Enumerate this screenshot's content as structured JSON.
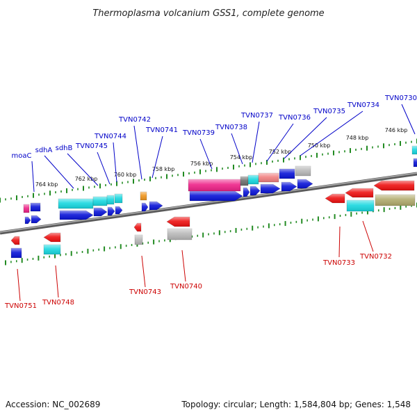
{
  "title": "Thermoplasma volcanium GSS1, complete genome",
  "accession": "Accession: NC_002689",
  "summary": "Topology: circular; Length: 1,584,804 bp; Genes: 1,548",
  "colors": {
    "label_forward": "#0000c8",
    "label_reverse": "#cc0000",
    "backbone": "#7a7a7a",
    "ticks": "#228b22",
    "blue": "#0a14d8",
    "red": "#ee1111",
    "cyan": "#18d8e0",
    "pink": "#ee2288",
    "salmon": "#f08080",
    "grey": "#b8b8b8",
    "dark_grey": "#6e6e6e",
    "orange": "#f0961e",
    "olive": "#b0aa6c"
  },
  "scale": {
    "kbp_labels": [
      "746 kbp",
      "748 kbp",
      "750 kbp",
      "752 kbp",
      "754 kbp",
      "756 kbp",
      "758 kbp",
      "760 kbp",
      "762 kbp",
      "764 kbp"
    ]
  },
  "genes_forward": [
    {
      "name": "moaC"
    },
    {
      "name": "sdhA"
    },
    {
      "name": "sdhB"
    },
    {
      "name": "TVN0745"
    },
    {
      "name": "TVN0744"
    },
    {
      "name": "TVN0742"
    },
    {
      "name": "TVN0741"
    },
    {
      "name": "TVN0739"
    },
    {
      "name": "TVN0738"
    },
    {
      "name": "TVN0737"
    },
    {
      "name": "TVN0736"
    },
    {
      "name": "TVN0735"
    },
    {
      "name": "TVN0734"
    },
    {
      "name": "TVN0730"
    }
  ],
  "genes_reverse": [
    {
      "name": "TVN0751"
    },
    {
      "name": "TVN0748"
    },
    {
      "name": "TVN0743"
    },
    {
      "name": "TVN0740"
    },
    {
      "name": "TVN0733"
    },
    {
      "name": "TVN0732"
    }
  ]
}
